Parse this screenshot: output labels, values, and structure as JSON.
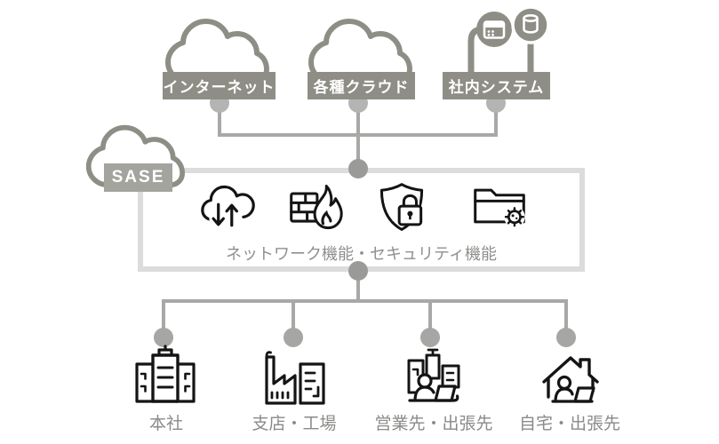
{
  "title": "SASE architecture diagram",
  "top_nodes": [
    {
      "id": "internet",
      "label": "インターネット",
      "icon": "cloud-icon"
    },
    {
      "id": "various-clouds",
      "label": "各種クラウド",
      "icon": "cloud-icon"
    },
    {
      "id": "internal-system",
      "label": "社内システム",
      "icons": [
        "app-server-icon",
        "database-icon"
      ]
    }
  ],
  "sase": {
    "label": "SASE",
    "caption": "ネットワーク機能・セキュリティ機能",
    "function_icons": [
      "cloud-transfer-icon",
      "firewall-flame-icon",
      "shield-lock-icon",
      "folder-malware-icon"
    ]
  },
  "bottom_nodes": [
    {
      "id": "headquarters",
      "label": "本社",
      "icon": "office-building-icon"
    },
    {
      "id": "branch-factory",
      "label": "支店・工場",
      "icon": "factory-icon"
    },
    {
      "id": "sales-visit",
      "label": "営業先・出張先",
      "icon": "worker-city-icon"
    },
    {
      "id": "home-remote",
      "label": "自宅・出張先",
      "icon": "worker-home-icon"
    }
  ],
  "colors": {
    "plate_bg": "#8e8e86",
    "sase_plate_bg": "#a4a49f",
    "cloud_stroke": "#8e8e86",
    "connector_line": "#a8a8a6",
    "connector_dot_light": "#b4b4b2",
    "connector_dot_mid": "#a6a6a4",
    "connector_dot_dark": "#9a9a98",
    "function_box_border": "#dcdcdc",
    "caption_text": "#8f8f8d",
    "site_label_text": "#8a8a88",
    "icon_stroke": "#141414"
  }
}
